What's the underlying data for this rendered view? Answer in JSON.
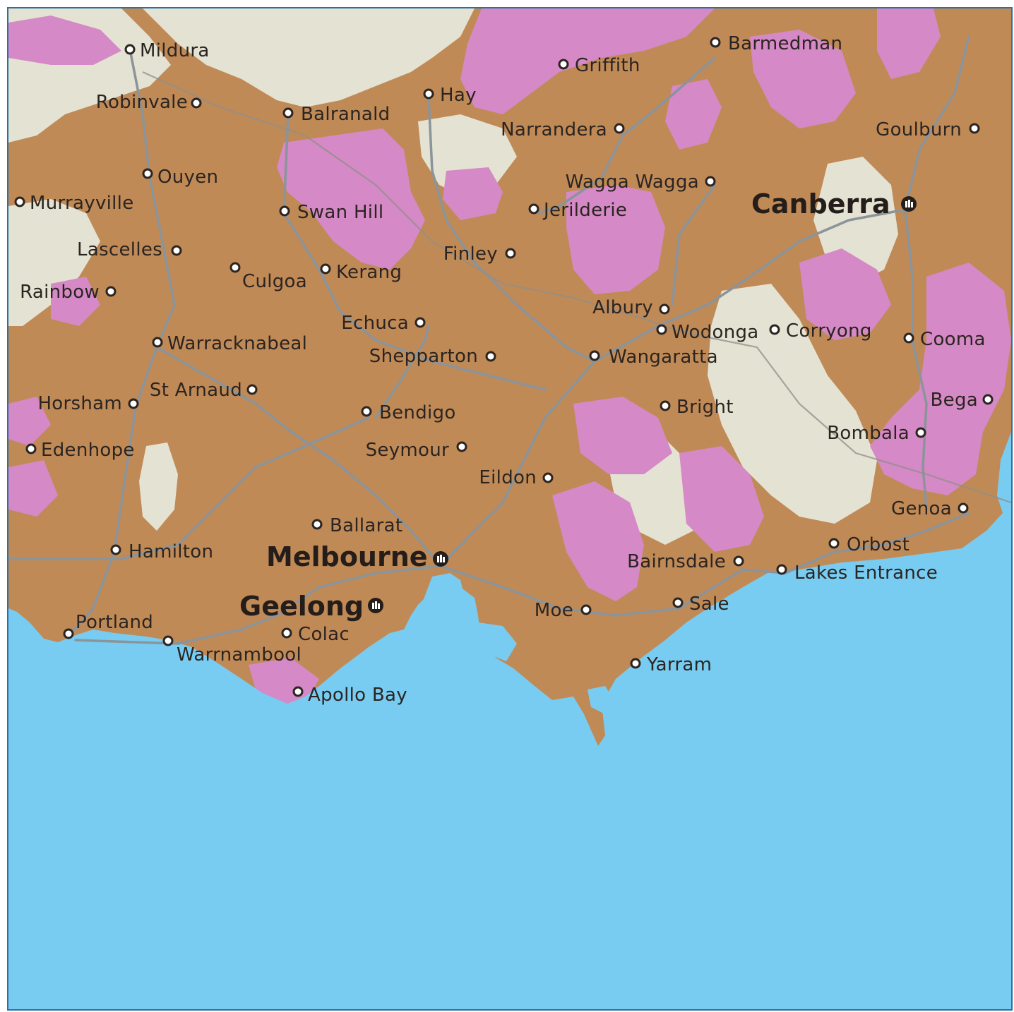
{
  "colors": {
    "water": "#78ccf2",
    "land_brown": "#c08a57",
    "land_tan": "#cfa270",
    "land_pale": "#e4e2d2",
    "land_pink": "#d589c6",
    "roads": "#8a949a",
    "label_text": "#2b2420",
    "frame_border": "#2e6fa3"
  },
  "towns": [
    {
      "id": "mildura",
      "label": "Mildura"
    },
    {
      "id": "robinvale",
      "label": "Robinvale"
    },
    {
      "id": "balranald",
      "label": "Balranald"
    },
    {
      "id": "hay",
      "label": "Hay"
    },
    {
      "id": "griffith",
      "label": "Griffith"
    },
    {
      "id": "barmedman",
      "label": "Barmedman"
    },
    {
      "id": "narrandera",
      "label": "Narrandera"
    },
    {
      "id": "goulburn",
      "label": "Goulburn"
    },
    {
      "id": "ouyen",
      "label": "Ouyen"
    },
    {
      "id": "wagga-wagga",
      "label": "Wagga Wagga"
    },
    {
      "id": "murrayville",
      "label": "Murrayville"
    },
    {
      "id": "swan-hill",
      "label": "Swan Hill"
    },
    {
      "id": "jerilderie",
      "label": "Jerilderie"
    },
    {
      "id": "lascelles",
      "label": "Lascelles"
    },
    {
      "id": "finley",
      "label": "Finley"
    },
    {
      "id": "culgoa",
      "label": "Culgoa"
    },
    {
      "id": "kerang",
      "label": "Kerang"
    },
    {
      "id": "rainbow",
      "label": "Rainbow"
    },
    {
      "id": "albury",
      "label": "Albury"
    },
    {
      "id": "echuca",
      "label": "Echuca"
    },
    {
      "id": "wodonga",
      "label": "Wodonga"
    },
    {
      "id": "corryong",
      "label": "Corryong"
    },
    {
      "id": "cooma",
      "label": "Cooma"
    },
    {
      "id": "warracknabeal",
      "label": "Warracknabeal"
    },
    {
      "id": "shepparton",
      "label": "Shepparton"
    },
    {
      "id": "wangaratta",
      "label": "Wangaratta"
    },
    {
      "id": "st-arnaud",
      "label": "St Arnaud"
    },
    {
      "id": "bega",
      "label": "Bega"
    },
    {
      "id": "horsham",
      "label": "Horsham"
    },
    {
      "id": "bright",
      "label": "Bright"
    },
    {
      "id": "bendigo",
      "label": "Bendigo"
    },
    {
      "id": "bombala",
      "label": "Bombala"
    },
    {
      "id": "edenhope",
      "label": "Edenhope"
    },
    {
      "id": "seymour",
      "label": "Seymour"
    },
    {
      "id": "eildon",
      "label": "Eildon"
    },
    {
      "id": "genoa",
      "label": "Genoa"
    },
    {
      "id": "ballarat",
      "label": "Ballarat"
    },
    {
      "id": "orbost",
      "label": "Orbost"
    },
    {
      "id": "hamilton",
      "label": "Hamilton"
    },
    {
      "id": "bairnsdale",
      "label": "Bairnsdale"
    },
    {
      "id": "lakes-entrance",
      "label": "Lakes Entrance"
    },
    {
      "id": "moe",
      "label": "Moe"
    },
    {
      "id": "sale",
      "label": "Sale"
    },
    {
      "id": "portland",
      "label": "Portland"
    },
    {
      "id": "colac",
      "label": "Colac"
    },
    {
      "id": "warrnambool",
      "label": "Warrnambool"
    },
    {
      "id": "yarram",
      "label": "Yarram"
    },
    {
      "id": "apollo-bay",
      "label": "Apollo Bay"
    }
  ],
  "capitals": [
    {
      "id": "canberra",
      "label": "Canberra",
      "icon": "city-icon"
    },
    {
      "id": "melbourne",
      "label": "Melbourne",
      "icon": "city-icon"
    },
    {
      "id": "geelong",
      "label": "Geelong",
      "icon": "city-icon"
    }
  ]
}
